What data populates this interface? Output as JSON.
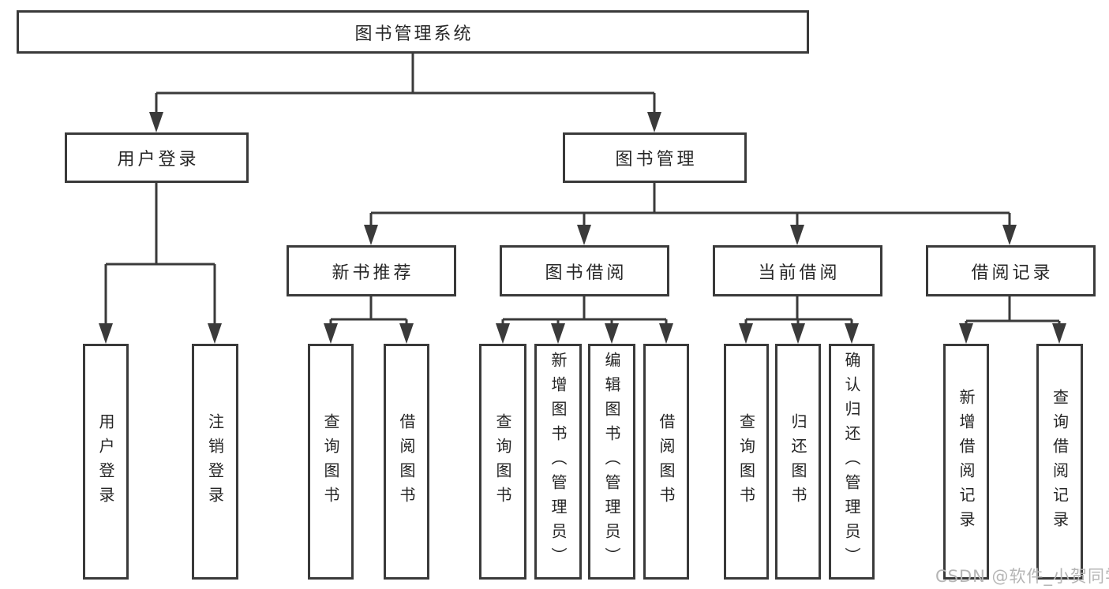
{
  "diagram": {
    "title": "图书管理系统",
    "nodes": {
      "root": "图书管理系统",
      "user_login": "用户登录",
      "book_management": "图书管理",
      "user_login_action": "用户登录",
      "logout_action": "注销登录",
      "new_book_recommend": "新书推荐",
      "book_borrow": "图书借阅",
      "current_borrow": "当前借阅",
      "borrow_records": "借阅记录",
      "nb_query_books": "查询图书",
      "nb_borrow_books": "借阅图书",
      "bb_query_books": "查询图书",
      "bb_add_books": "新增图书（管理员）",
      "bb_edit_books": "编辑图书（管理员）",
      "bb_borrow_books": "借阅图书",
      "cb_query_books": "查询图书",
      "cb_return_books": "归还图书",
      "cb_confirm_return": "确认归还（管理员）",
      "br_add_record": "新增借阅记录",
      "br_query_record": "查询借阅记录"
    },
    "colors": {
      "line": "#3a3a3a",
      "text": "#262626",
      "background": "#ffffff",
      "watermark": "#b5b5b5"
    }
  },
  "watermark": "CSDN @软件_小贺同学"
}
